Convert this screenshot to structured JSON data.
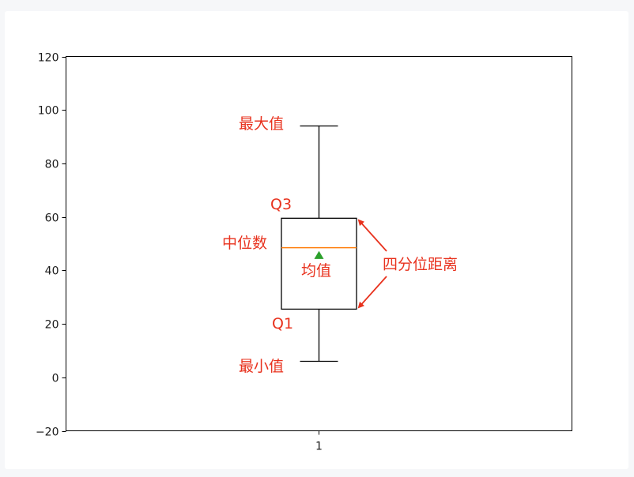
{
  "chart_data": {
    "type": "box",
    "categories": [
      "1"
    ],
    "yticks": [
      -20,
      0,
      20,
      40,
      60,
      80,
      100,
      120
    ],
    "ylim": [
      -20,
      120
    ],
    "box": {
      "min": 6,
      "q1": 25.5,
      "median": 48.5,
      "mean": 45.5,
      "q3": 59.5,
      "max": 94
    },
    "colors": {
      "median": "#ff7f0e",
      "mean_marker": "#2ca02c",
      "annotation": "#e8321e",
      "lines": "#000000"
    },
    "annotations": {
      "max": "最大值",
      "q3": "Q3",
      "median": "中位数",
      "mean": "均值",
      "iqr": "四分位距离",
      "q1": "Q1",
      "min": "最小值"
    }
  }
}
